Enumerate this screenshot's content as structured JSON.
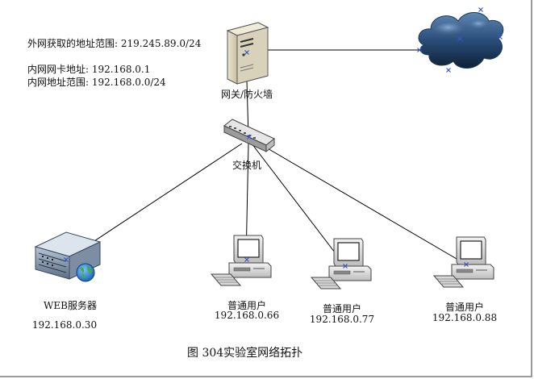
{
  "info": {
    "external_range": "外网获取的地址范围: 219.245.89.0/24",
    "internal_nic": "内网网卡地址: 192.168.0.1",
    "internal_range": "内网地址范围: 192.168.0.0/24"
  },
  "nodes": {
    "gateway": {
      "label": "网关/防火墙"
    },
    "switch": {
      "label": "交换机"
    },
    "web_server": {
      "label": "WEB服务器",
      "ip": "192.168.0.30"
    },
    "user1": {
      "label": "普通用户",
      "ip": "192.168.0.66"
    },
    "user2": {
      "label": "普通用户",
      "ip": "192.168.0.77"
    },
    "user3": {
      "label": "普通用户",
      "ip": "192.168.0.88"
    }
  },
  "caption": "图 304实验室网络拓扑",
  "colors": {
    "line": "#000000",
    "cloud": "#1d3a5c",
    "handle": "#3a55c8",
    "server_body": "#d9d2bb"
  },
  "icons": {
    "gateway": "tower-server-icon",
    "internet": "cloud-icon",
    "switch": "network-switch-icon",
    "web_server": "rack-server-globe-icon",
    "user": "desktop-computer-icon"
  }
}
